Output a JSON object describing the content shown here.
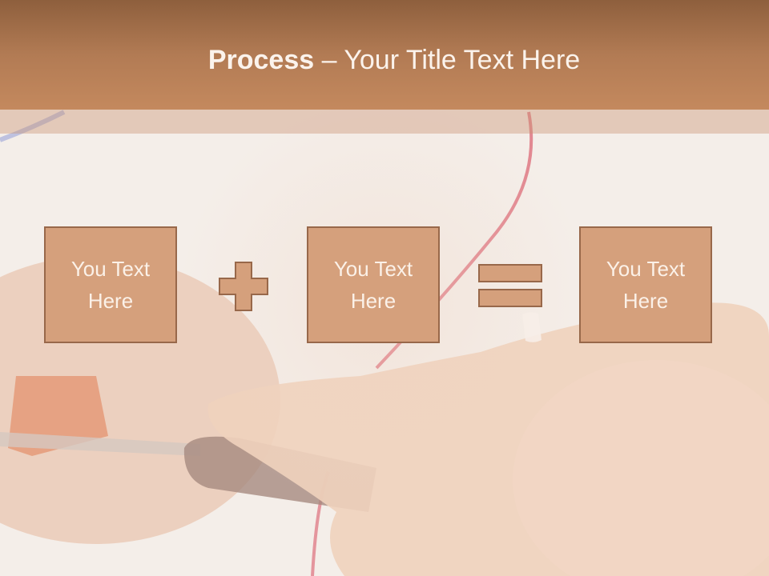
{
  "slide": {
    "title_bold": "Process",
    "title_dash": " – ",
    "title_rest": "Your Title Text Here",
    "operator_plus": "plus-icon",
    "operator_equals": "equals-icon",
    "boxes": [
      {
        "line1": "You Text",
        "line2": "Here"
      },
      {
        "line1": "You Text",
        "line2": "Here"
      },
      {
        "line1": "You Text",
        "line2": "Here"
      }
    ]
  },
  "colors": {
    "header": "#b27b54",
    "box_fill": "#d5a07c",
    "box_border": "#98684a",
    "text_light": "#fbf3ec"
  }
}
